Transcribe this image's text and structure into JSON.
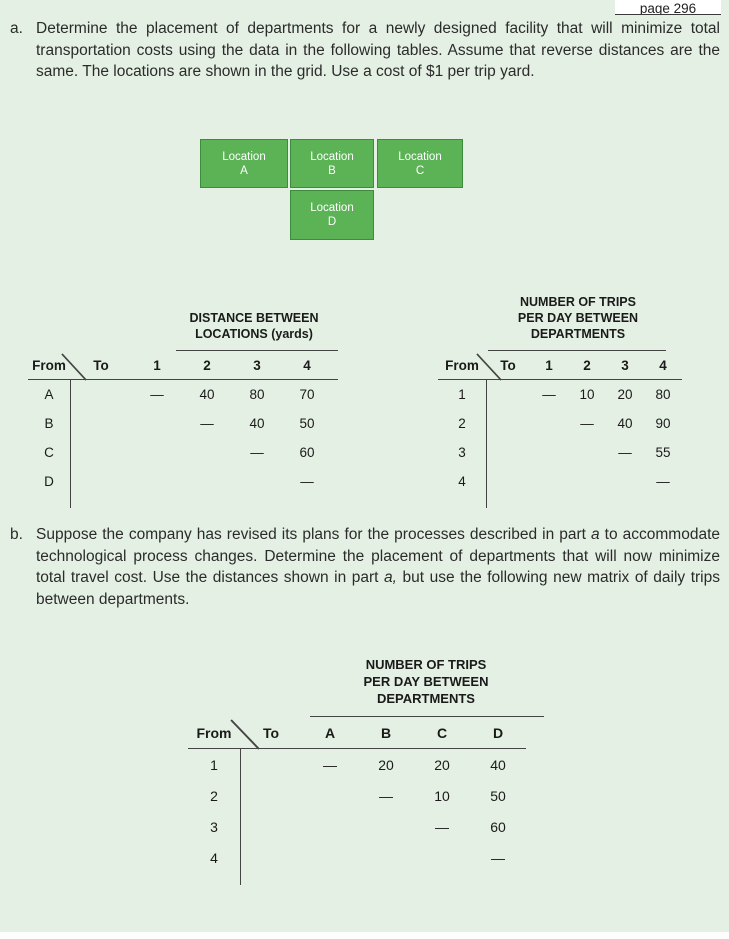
{
  "page": {
    "corner_label": "page 296"
  },
  "part_a": {
    "label": "a.",
    "text": "Determine the placement of departments for a newly designed facility that will minimize total transportation costs using the data in the following tables. Assume that reverse distances are the same. The locations are shown in the grid. Use a cost of $1 per trip yard."
  },
  "location_grid": {
    "boxes": [
      {
        "name_line": "Location",
        "letter": "A"
      },
      {
        "name_line": "Location",
        "letter": "B"
      },
      {
        "name_line": "Location",
        "letter": "C"
      },
      {
        "name_line": "Location",
        "letter": "D"
      }
    ]
  },
  "distance_table": {
    "title_lines": [
      "DISTANCE BETWEEN",
      "LOCATIONS (yards)"
    ],
    "from_label": "From",
    "to_label": "To",
    "col_headers": [
      "1",
      "2",
      "3",
      "4"
    ],
    "rows": [
      {
        "label": "A",
        "values": [
          "—",
          "40",
          "80",
          "70"
        ]
      },
      {
        "label": "B",
        "values": [
          "",
          "—",
          "40",
          "50"
        ]
      },
      {
        "label": "C",
        "values": [
          "",
          "",
          "—",
          "60"
        ]
      },
      {
        "label": "D",
        "values": [
          "",
          "",
          "",
          "—"
        ]
      }
    ]
  },
  "trips_table_a": {
    "title_lines": [
      "NUMBER OF TRIPS",
      "PER DAY BETWEEN",
      "DEPARTMENTS"
    ],
    "from_label": "From",
    "to_label": "To",
    "col_headers": [
      "1",
      "2",
      "3",
      "4"
    ],
    "rows": [
      {
        "label": "1",
        "values": [
          "—",
          "10",
          "20",
          "80"
        ]
      },
      {
        "label": "2",
        "values": [
          "",
          "—",
          "40",
          "90"
        ]
      },
      {
        "label": "3",
        "values": [
          "",
          "",
          "—",
          "55"
        ]
      },
      {
        "label": "4",
        "values": [
          "",
          "",
          "",
          "—"
        ]
      }
    ]
  },
  "part_b": {
    "label": "b.",
    "segments": [
      "Suppose the company has revised its plans for the processes described in part ",
      "a",
      " to accommodate technological process changes. Determine the placement of departments that will now minimize total travel cost. Use the distances shown in part ",
      "a,",
      " but use the following new matrix of daily trips between departments."
    ]
  },
  "trips_table_b": {
    "title_lines": [
      "NUMBER OF TRIPS",
      "PER DAY BETWEEN",
      "DEPARTMENTS"
    ],
    "from_label": "From",
    "to_label": "To",
    "col_headers": [
      "A",
      "B",
      "C",
      "D"
    ],
    "rows": [
      {
        "label": "1",
        "values": [
          "—",
          "20",
          "20",
          "40"
        ]
      },
      {
        "label": "2",
        "values": [
          "",
          "—",
          "10",
          "50"
        ]
      },
      {
        "label": "3",
        "values": [
          "",
          "",
          "—",
          "60"
        ]
      },
      {
        "label": "4",
        "values": [
          "",
          "",
          "",
          "—"
        ]
      }
    ]
  },
  "colors": {
    "page_bg": "#e4f0e3",
    "box_fill": "#5cb356",
    "box_border": "#3d8b3d",
    "rule": "#444444"
  }
}
